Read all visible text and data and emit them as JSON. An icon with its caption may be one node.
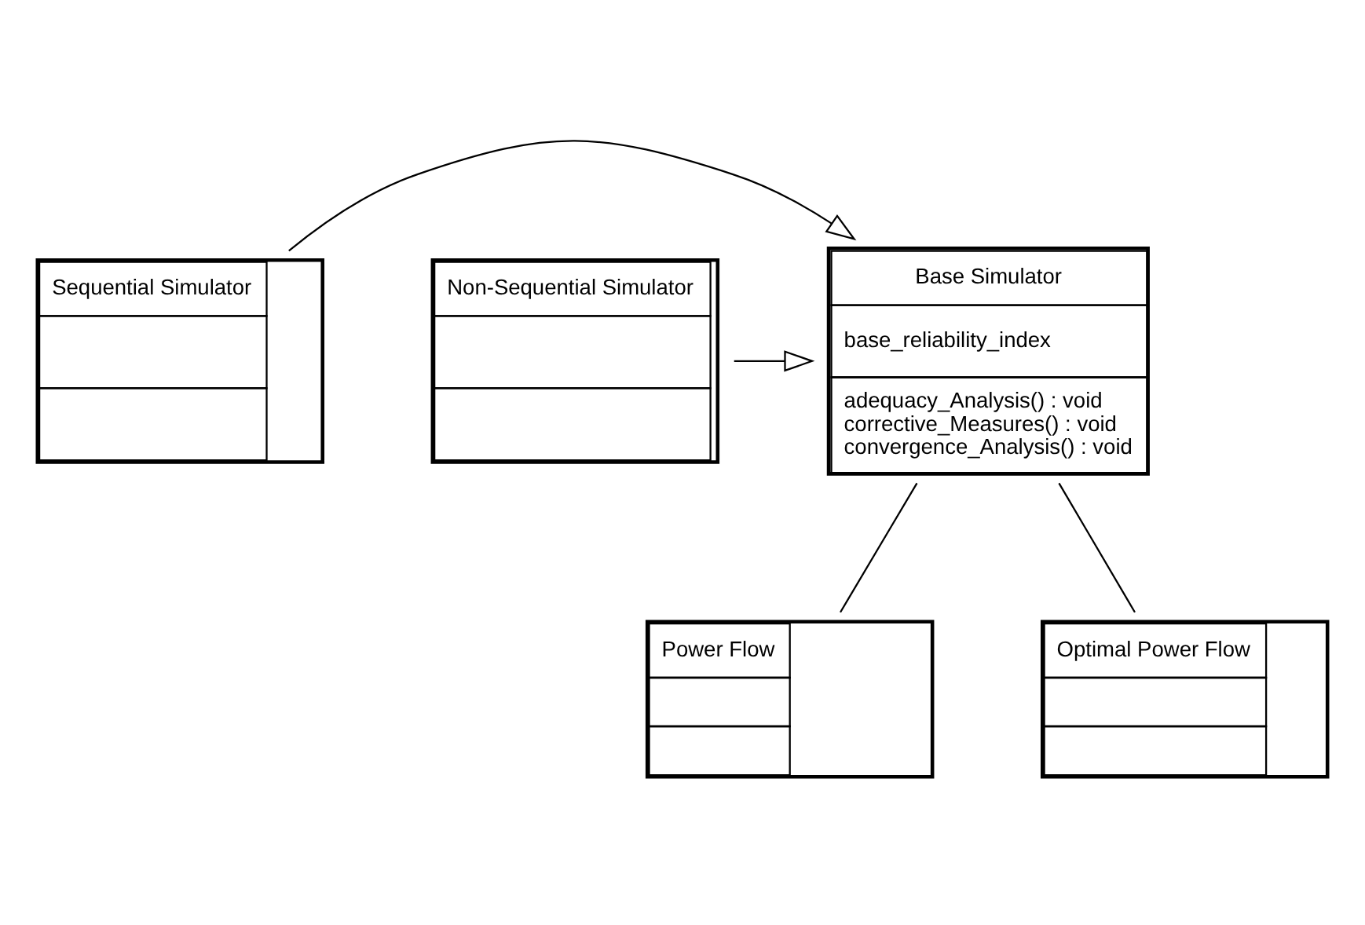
{
  "diagram": {
    "nodes": [
      {
        "text": [
          "Base Simulator",
          "base_reliability_index",
          "adequacy_Analysis() : void",
          "corrective_Measures() : void",
          "convergence_Analysis() : void"
        ]
      },
      {
        "text": [
          "Sequential Simulator"
        ]
      },
      {
        "text": [
          "Non-Sequential Simulator"
        ]
      },
      {
        "text": [
          "Power Flow"
        ]
      },
      {
        "text": [
          "Optimal Power Flow"
        ]
      }
    ],
    "edges": [
      {
        "from": 1,
        "to": 0,
        "arrow": "to"
      },
      {
        "from": 2,
        "to": 0,
        "arrow": "to"
      },
      {
        "from": 0,
        "to": 3,
        "arrow": "none"
      },
      {
        "from": 0,
        "to": 4,
        "arrow": "none"
      }
    ]
  }
}
